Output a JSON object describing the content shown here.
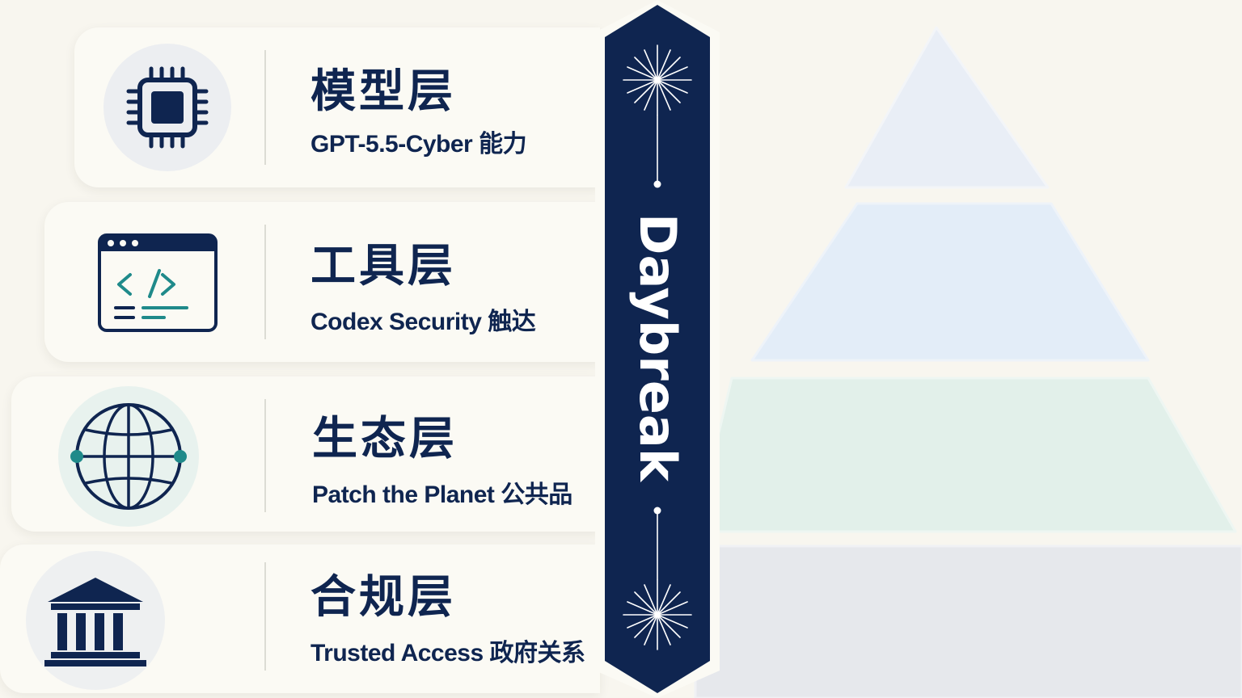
{
  "layers": [
    {
      "title": "模型层",
      "subtitle": "GPT-5.5-Cyber 能力",
      "icon": "chip-icon"
    },
    {
      "title": "工具层",
      "subtitle": "Codex Security 触达",
      "icon": "code-window-icon"
    },
    {
      "title": "生态层",
      "subtitle": "Patch the Planet 公共品",
      "icon": "globe-icon"
    },
    {
      "title": "合规层",
      "subtitle": "Trusted Access 政府关系",
      "icon": "government-building-icon"
    }
  ],
  "band": {
    "label": "Daybreak",
    "icon": "sparkle-icon"
  },
  "colors": {
    "navy": "#0f2550",
    "teal": "#1f8a8a",
    "tier_1": "#e9eef6",
    "tier_2": "#e3edf8",
    "tier_3": "#e2f0ea",
    "tier_4": "#e6e8ec"
  }
}
